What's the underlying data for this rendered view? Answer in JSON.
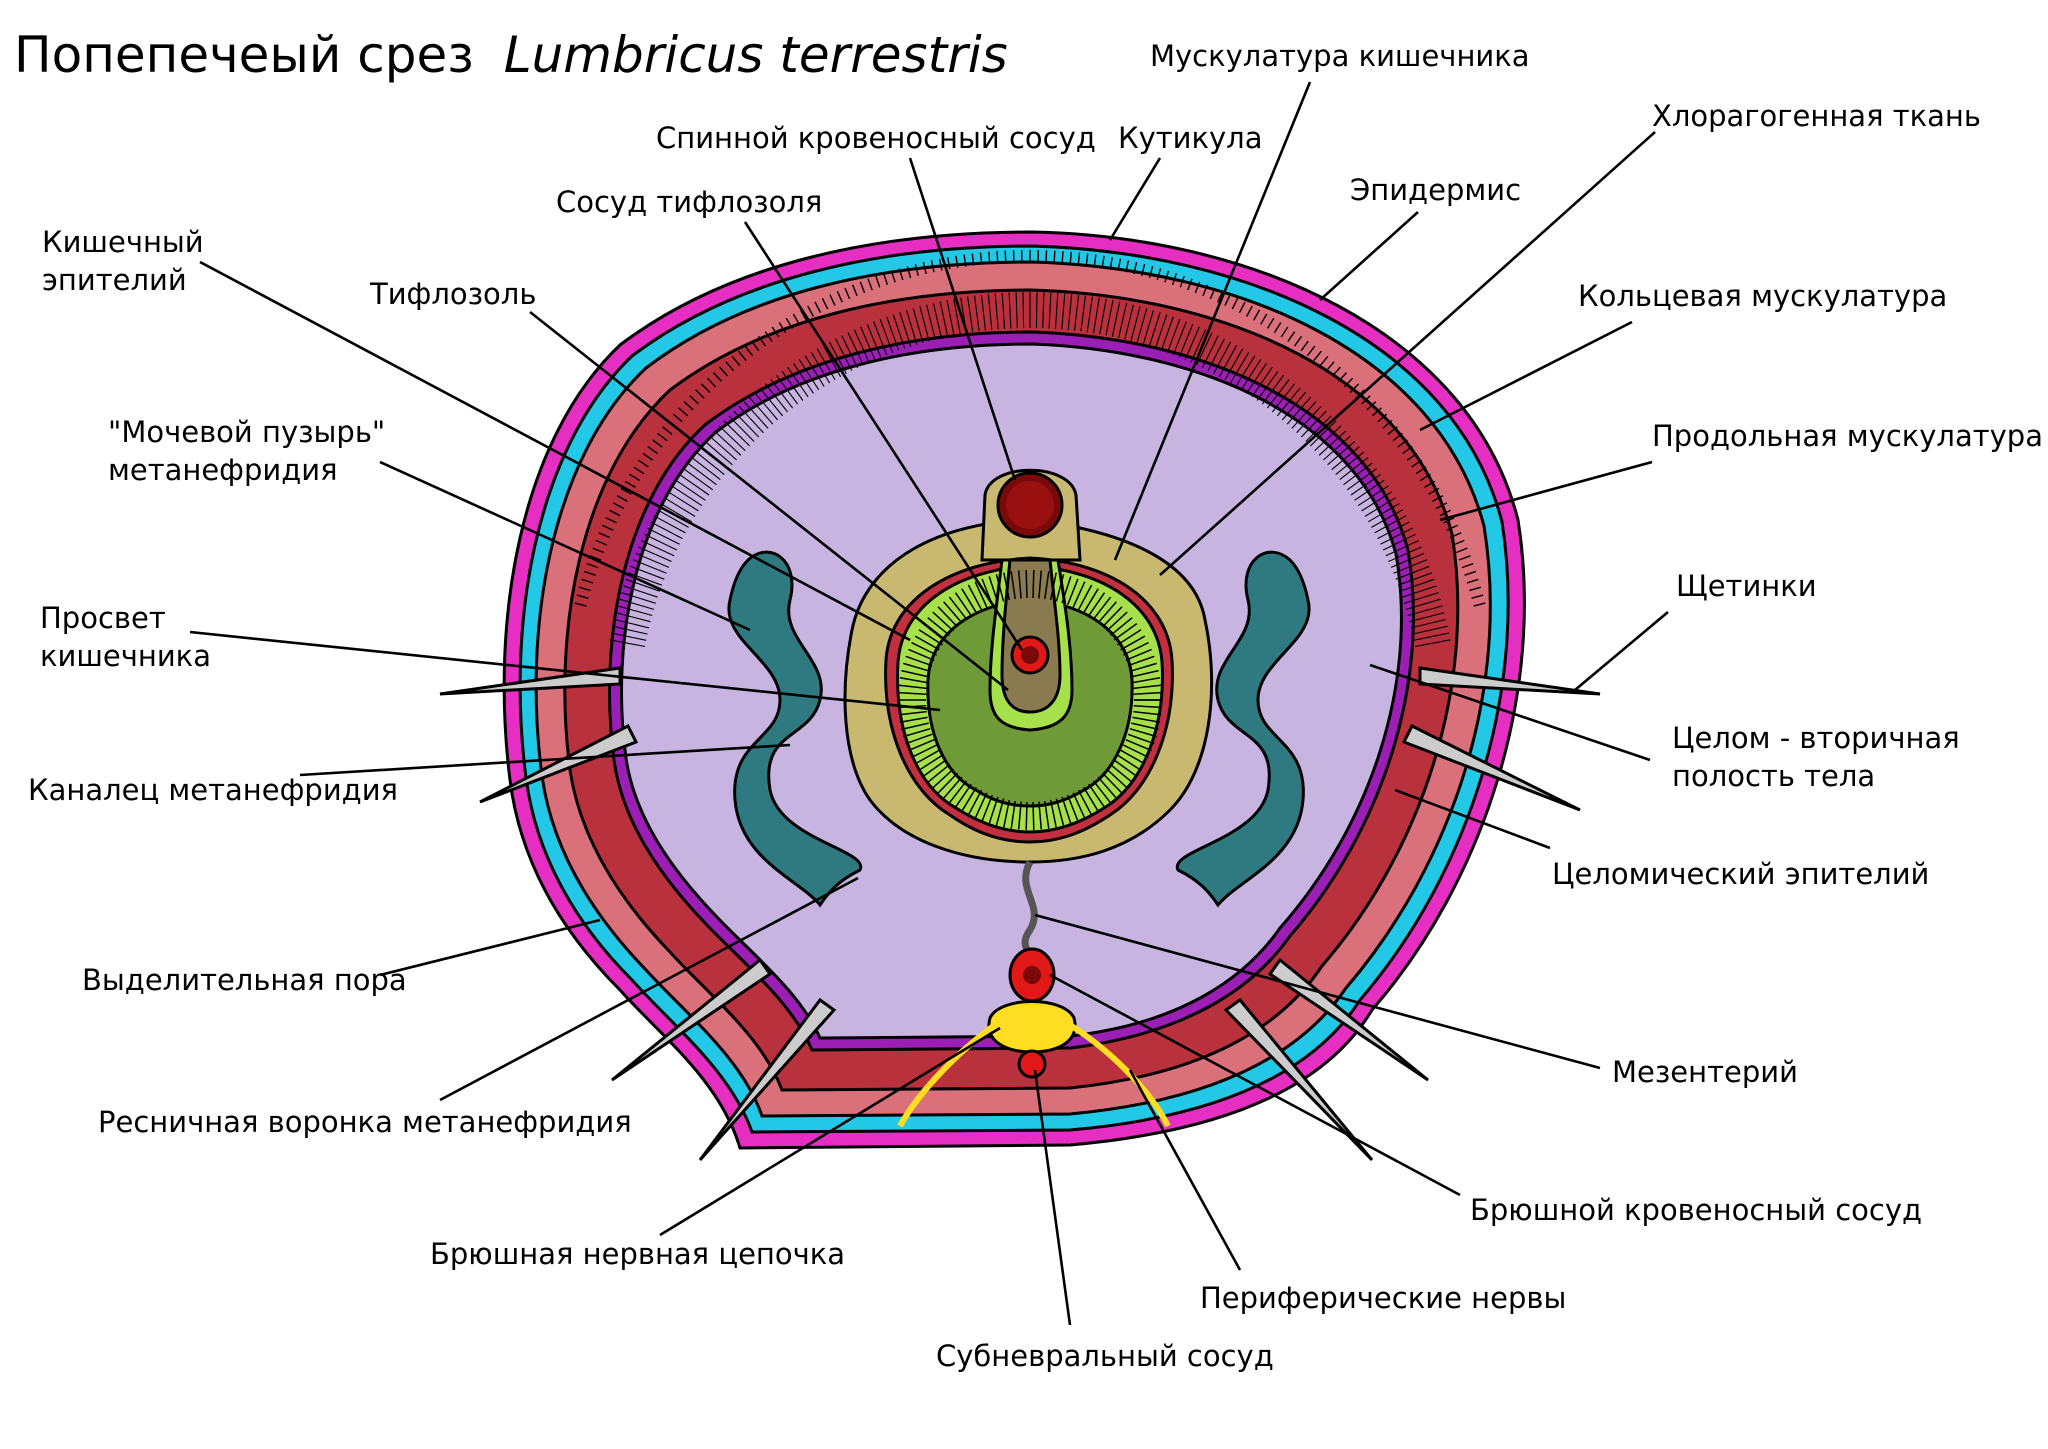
{
  "title": {
    "prefix": "Попепечеый срез",
    "species": "Lumbricus terrestris"
  },
  "labels": {
    "intestine_musculature": "Мускулатура кишечника",
    "dorsal_vessel": "Спинной кровеносный сосуд",
    "cuticle": "Кутикула",
    "chloragogen": "Хлорагогенная ткань",
    "epidermis": "Эпидермис",
    "typhlosole_vessel": "Сосуд тифлозоля",
    "intestinal_epithelium_1": "Кишечный",
    "intestinal_epithelium_2": "эпителий",
    "typhlosole": "Тифлозоль",
    "circular_muscle": "Кольцевая мускулатура",
    "bladder_1": "\"Мочевой пузырь\"",
    "bladder_2": "метанефридия",
    "longitudinal_muscle": "Продольная мускулатура",
    "lumen_1": "Просвет",
    "lumen_2": "кишечника",
    "setae": "Щетинки",
    "coelom_1": "Целом - вторичная",
    "coelom_2": "полость тела",
    "nephridial_canal": "Каналец метанефридия",
    "coelomic_epithelium": "Целомический эпителий",
    "excretory_pore": "Выделительная пора",
    "mesentery": "Мезентерий",
    "nephrostome": "Ресничная воронка метанефридия",
    "ventral_vessel": "Брюшной кровеносный сосуд",
    "nerve_cord": "Брюшная нервная цепочка",
    "peripheral_nerves": "Периферические нервы",
    "subneural_vessel": "Субневральный сосуд"
  },
  "colors": {
    "cuticle": "#e62ec2",
    "epidermis": "#22c8e6",
    "circular_muscle": "#d9707a",
    "longitudinal_muscle": "#b8313d",
    "coelomic_epithelium": "#9b1fb5",
    "coelom": "#c8b4e0",
    "chloragogen": "#c8b870",
    "intestine_muscle_ring": "#c2303f",
    "intestinal_epithelium": "#a6e04a",
    "intestine_lumen": "#6e9a38",
    "typhlosole": "#8a7a50",
    "blood_vessel": "#7a0a0a",
    "vessel_inner": "#e01818",
    "nephridium": "#2e7a80",
    "nerve_cord": "#ffdd22",
    "setae": "#cccccc",
    "background": "#ffffff"
  }
}
